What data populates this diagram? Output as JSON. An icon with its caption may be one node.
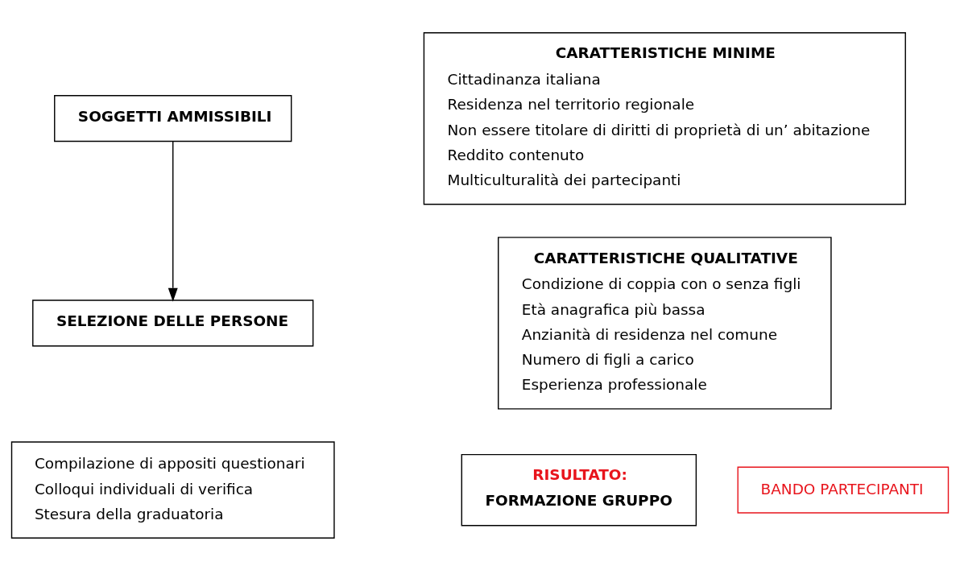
{
  "diagram": {
    "nodes": [
      {
        "text": [
          "SOGGETTI AMMISSIBILI"
        ]
      },
      {
        "text": [
          "CARATTERISTICHE MINIME",
          "Cittadinanza italiana",
          "Residenza nel territorio regionale",
          "Non essere titolare di diritti di proprietà di un’ abitazione",
          "Reddito contenuto",
          "Multiculturalità dei partecipanti"
        ]
      },
      {
        "text": [
          "CARATTERISTICHE QUALITATIVE",
          "Condizione di coppia con o senza figli",
          "Età anagrafica più bassa",
          "Anzianità di residenza nel comune",
          "Numero di figli a carico",
          "Esperienza professionale"
        ]
      },
      {
        "text": [
          "SELEZIONE DELLE PERSONE"
        ]
      },
      {
        "text": [
          "Compilazione di appositi questionari",
          "Colloqui individuali di verifica",
          "Stesura della graduatoria"
        ]
      },
      {
        "text": [
          "RISULTATO:",
          "FORMAZIONE GRUPPO"
        ]
      },
      {
        "text": [
          "BANDO PARTECIPANTI"
        ]
      }
    ],
    "edges": [
      {
        "from": 0,
        "to": 3,
        "arrow": "to"
      }
    ]
  }
}
